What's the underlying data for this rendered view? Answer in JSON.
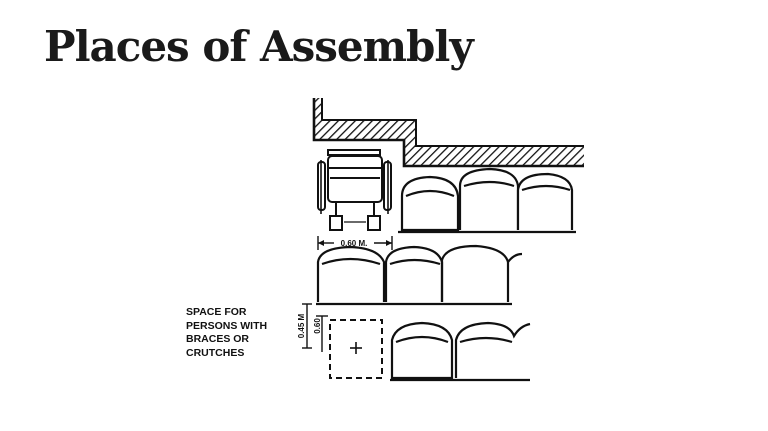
{
  "slide": {
    "title": "Places of Assembly"
  },
  "diagram": {
    "dim_width": "0.60 M.",
    "dim_height_outer": "0.45 M",
    "dim_height_inner": "0.60",
    "caption_lines": [
      "SPACE FOR",
      "PERSONS WITH",
      "BRACES OR",
      "CRUTCHES"
    ]
  }
}
